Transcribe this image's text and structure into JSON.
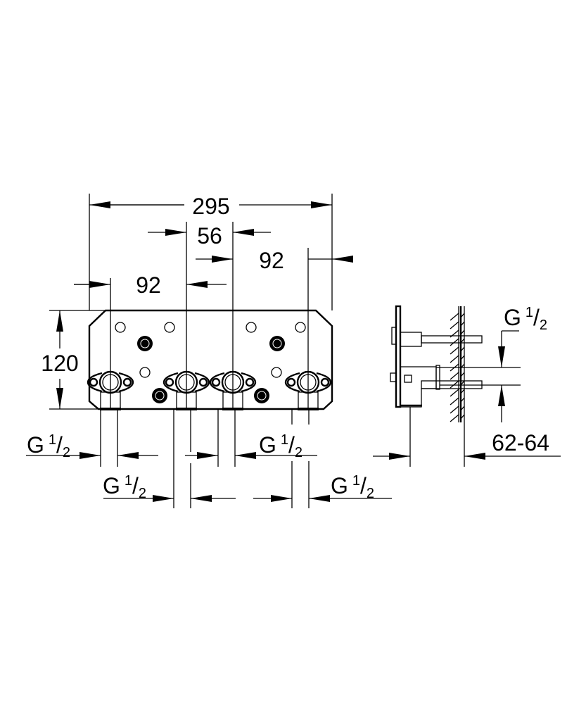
{
  "drawing": {
    "front_view": {
      "overall_width": "295",
      "center_spacing": "56",
      "left_spacing": "92",
      "right_spacing": "92",
      "height": "120"
    },
    "connections": [
      {
        "thread": "G",
        "num": "1",
        "den": "2"
      },
      {
        "thread": "G",
        "num": "1",
        "den": "2"
      },
      {
        "thread": "G",
        "num": "1",
        "den": "2"
      },
      {
        "thread": "G",
        "num": "1",
        "den": "2"
      }
    ],
    "side_view": {
      "connection": {
        "thread": "G",
        "num": "1",
        "den": "2"
      },
      "wall_depth": "62-64"
    }
  }
}
